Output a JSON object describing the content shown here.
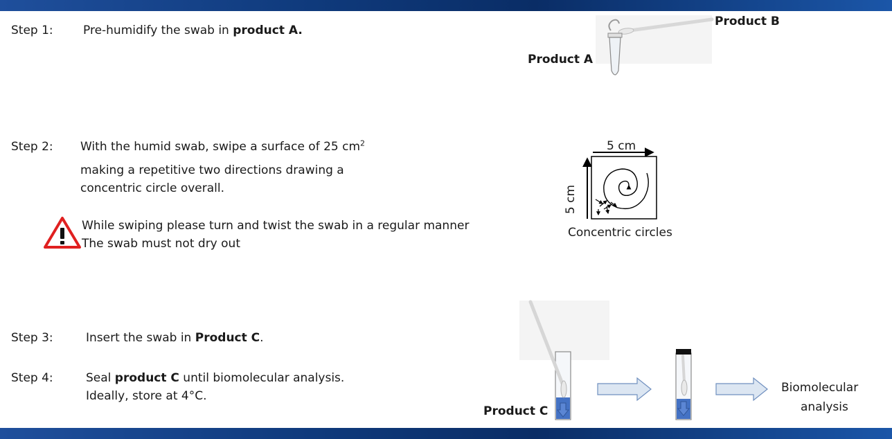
{
  "colors": {
    "bar": "#0f3a7c",
    "liquid": "#4472c4",
    "arrow_fill": "#dce6f2",
    "arrow_stroke": "#6f8fbf",
    "warning_red": "#e02020"
  },
  "step1": {
    "label": "Step 1:",
    "text_pre": "Pre-humidify the swab in ",
    "text_bold": "product A."
  },
  "step2": {
    "label": "Step 2:",
    "line1_pre": "With the humid swab, swipe a surface of 25 cm",
    "line1_sup": "2",
    "line2": "making a repetitive two directions drawing a",
    "line3": "concentric circle overall."
  },
  "warning": {
    "icon": "warning-triangle-icon",
    "line1": "While swiping please turn and twist the swab in a regular manner",
    "line2": "The swab must not dry out"
  },
  "step3": {
    "label": "Step 3:",
    "text_pre": "Insert the swab in ",
    "text_bold": "Product C",
    "text_post": "."
  },
  "step4": {
    "label": "Step 4:",
    "text_pre": "Seal ",
    "text_bold": "product C",
    "text_post": " until biomolecular analysis.",
    "line2": "Ideally, store at 4°C."
  },
  "products": {
    "a": "Product A",
    "b": "Product B",
    "c": "Product C"
  },
  "square": {
    "width_label": "5 cm",
    "height_label": "5 cm",
    "caption": "Concentric circles"
  },
  "result": {
    "line1": "Biomolecular",
    "line2": "analysis"
  }
}
